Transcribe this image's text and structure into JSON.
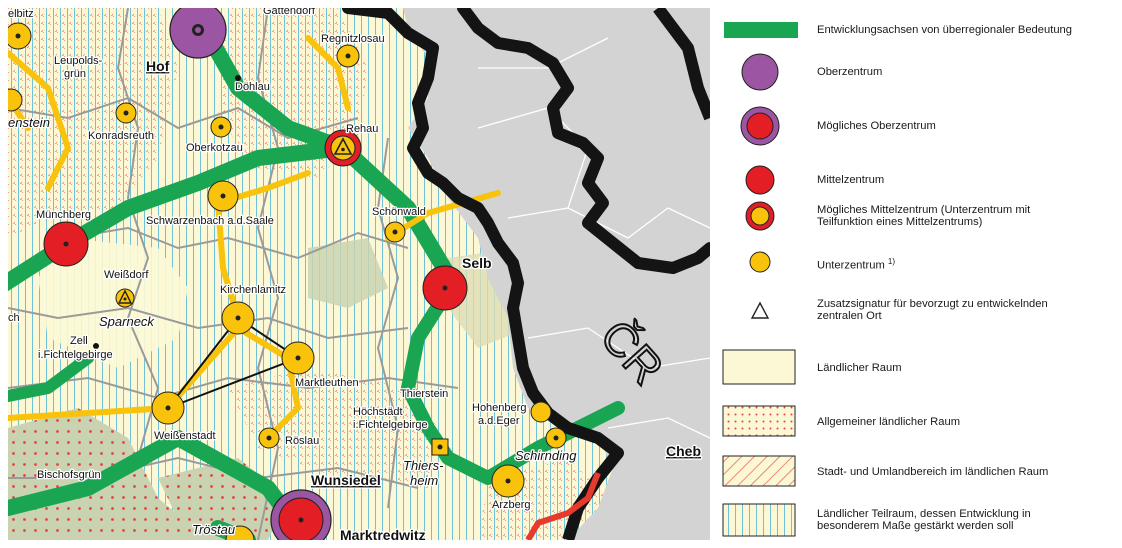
{
  "map": {
    "country_label": "ČR",
    "places": {
      "hof": "Hof",
      "selb": "Selb",
      "wunsiedel": "Wunsiedel",
      "marktredwitz": "Marktredwitz",
      "muenchberg": "Münchberg",
      "rehau": "Rehau",
      "schoenwald": "Schönwald",
      "schwarzenbach": "Schwarzenbach a.d.Saale",
      "oberkotzau": "Oberkotzau",
      "konradsreuth": "Konradsreuth",
      "doehlau": "Döhlau",
      "regnitzlosau": "Regnitzlosau",
      "leupoldsgruen_1": "Leupolds-",
      "leupoldsgruen_2": "grün",
      "weissdorf": "Weißdorf",
      "sparneck": "Sparneck",
      "zell_1": "Zell",
      "zell_2": "i.Fichtelgebirge",
      "kirchenlamitz": "Kirchenlamitz",
      "marktleuthen": "Marktleuthen",
      "weissenstadt": "Weißenstadt",
      "roeslau": "Röslau",
      "hoechstaedt_1": "Höchstädt",
      "hoechstaedt_2": "i.Fichtelgebirge",
      "thierstein": "Thierstein",
      "thiersheim_1": "Thiers-",
      "thiersheim_2": "heim",
      "hohenberg_1": "Hohenberg",
      "hohenberg_2": "a.d.Eger",
      "schirnding": "Schirnding",
      "arzberg": "Arzberg",
      "bischofsgruen": "Bischofsgrün",
      "troestau": "Tröstau",
      "cheb": "Cheb",
      "partial_top_left": "elbitz",
      "partial_top": "Gattendorf",
      "partial_left_stein": "enstein",
      "partial_left_ch": "ch"
    }
  },
  "legend": {
    "items": [
      {
        "key": "axis",
        "label_lines": [
          "Entwicklungsachsen von überregionaler Bedeutung"
        ]
      },
      {
        "key": "oz",
        "label_lines": [
          "Oberzentrum"
        ]
      },
      {
        "key": "moz",
        "label_lines": [
          "Mögliches Oberzentrum"
        ]
      },
      {
        "key": "mz",
        "label_lines": [
          "Mittelzentrum"
        ]
      },
      {
        "key": "mmz",
        "label_lines": [
          "Mögliches Mittelzentrum (Unterzentrum mit",
          "Teilfunktion eines Mittelzentrums)"
        ]
      },
      {
        "key": "uz",
        "label_lines": [
          "Unterzentrum"
        ],
        "superscript": "1)"
      },
      {
        "key": "zs",
        "label_lines": [
          "Zusatzsignatur für bevorzugt zu entwickelnden",
          "zentralen Ort"
        ]
      },
      {
        "key": "lr",
        "label_lines": [
          "Ländlicher Raum"
        ]
      },
      {
        "key": "alr",
        "label_lines": [
          "Allgemeiner ländlicher Raum"
        ]
      },
      {
        "key": "sub",
        "label_lines": [
          "Stadt- und Umlandbereich im ländlichen Raum"
        ]
      },
      {
        "key": "ltr",
        "label_lines": [
          "Ländlicher Teilraum, dessen Entwicklung in",
          "besonderem Maße gestärkt werden soll"
        ]
      }
    ]
  },
  "colors": {
    "axis_green": "#1aa552",
    "purple": "#9b55a3",
    "red": "#e31e24",
    "yellow": "#f9c20b",
    "rural_beige": "#fcf8d6",
    "stripe_blue": "#6fc1d8",
    "hatch_red": "#ee6c5a",
    "grey_cz": "#d3d3d3",
    "grey_green": "#c9d3b1",
    "border_black": "#141414"
  }
}
